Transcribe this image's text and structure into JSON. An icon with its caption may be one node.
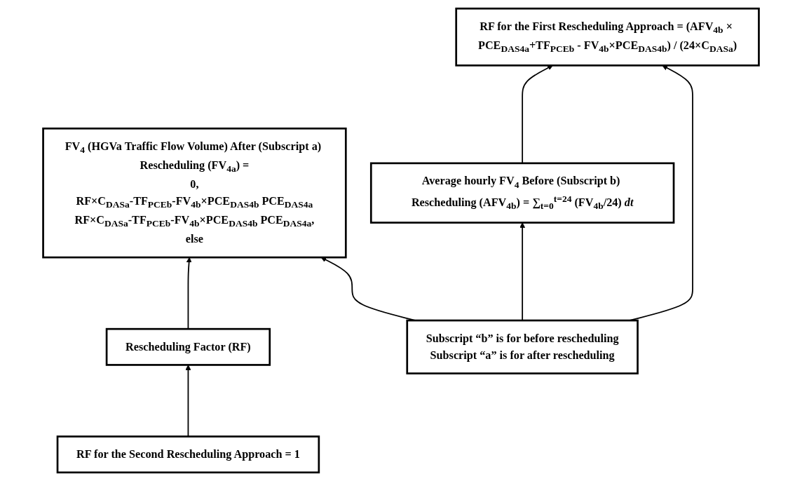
{
  "diagram": {
    "nodes": [
      {
        "text": [
          "FV$_{4}$ (HGVa Traffic Flow Volume) After (Subscript a) Rescheduling (FV$_{4a}$) =",
          "0,",
          "RF×C$_{DASa}$-TF$_{PCEb}$-FV$_{4b}$×PCE$_{DAS4b}$ PCE$_{DAS4a}$",
          "RF×C$_{DASa}$-TF$_{PCEb}$-FV$_{4b}$×PCE$_{DAS4b}$ PCE$_{DAS4a}$,",
          "else"
        ]
      },
      {
        "text": [
          "Rescheduling Factor (RF)"
        ]
      },
      {
        "text": [
          "RF for the First Rescheduling Approach = (AFV$_{4b}$ × PCE$_{DAS4a}$+TF$_{PCEb}$ - FV$_{4b}$×PCE$_{DAS4b}$) / (24×C$_{DASa}$)"
        ]
      },
      {
        "text": [
          "Subscript “b” is for before rescheduling",
          "Subscript “a” is for after rescheduling"
        ]
      },
      {
        "text": [
          "RF for the Second Rescheduling Approach = 1"
        ]
      },
      {
        "text": [
          "Average hourly FV$_{4}$ Before (Subscript b) Rescheduling (AFV$_{4b}$) = ∑$_{t=0}$$^{t=24}$ (FV$_{4b}$/24) *dt*"
        ]
      }
    ],
    "edges": [
      {
        "from": 1,
        "to": 0,
        "arrow": "to"
      },
      {
        "from": 4,
        "to": 1,
        "arrow": "to"
      },
      {
        "from": 5,
        "to": 2,
        "arrow": "to"
      },
      {
        "from": 3,
        "to": 2,
        "arrow": "to"
      },
      {
        "from": 3,
        "to": 5,
        "arrow": "to"
      },
      {
        "from": 3,
        "to": 0,
        "arrow": "to"
      }
    ]
  }
}
